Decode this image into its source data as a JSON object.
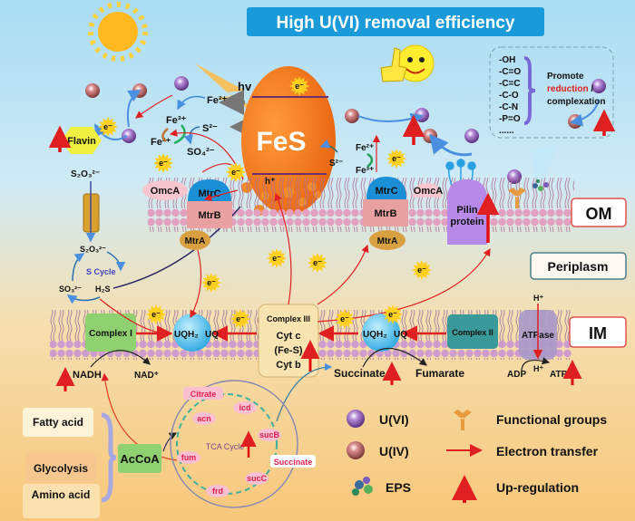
{
  "title": "High U(VI) removal efficiency",
  "light": "hv",
  "fes": {
    "label": "FeS",
    "hole": "h⁺"
  },
  "electron": "e⁻",
  "ions": {
    "fe2_top": "Fe²⁺",
    "fe3_left": "Fe³⁺",
    "s2_left": "S²⁻",
    "fe2_left": "Fe²⁺",
    "so4": "SO₄²⁻",
    "fe2_right": "Fe²⁺",
    "fe3_right": "Fe³⁺",
    "s2_right": "S²⁻",
    "s2o3_out": "S₂O₃²⁻",
    "s2o3_in": "S₂O₃²⁻",
    "so3": "SO₃²⁻",
    "h2s": "H₂S",
    "s_cycle": "S Cycle"
  },
  "flavin": "Flavin",
  "proteins": {
    "omca": "OmcA",
    "mtrc": "MtrC",
    "mtrb": "MtrB",
    "mtra": "MtrA",
    "pilin1": "Pilin",
    "pilin2": "protein"
  },
  "functional_box": {
    "groups": [
      "-OH",
      "-C=O",
      "-C=C",
      "-C-O",
      "-C-N",
      "-P=O",
      "......"
    ],
    "promote": "Promote",
    "reduction": "reduction",
    "slash": " /",
    "complexation": "complexation"
  },
  "regions": {
    "om": "OM",
    "periplasm": "Periplasm",
    "im": "IM"
  },
  "im_chain": {
    "complex1": "Complex I",
    "uqh2": "UQH₂",
    "uq": "UQ",
    "complex3": "Complex III",
    "cytc": "Cyt c",
    "fes": "(Fe-S)",
    "cytb": "Cyt b",
    "complex2": "Complex II",
    "atpase": "ATPase",
    "h_top": "H⁺",
    "h_bottom": "H⁺",
    "adp": "ADP",
    "atp": "ATP"
  },
  "metabolism": {
    "nadh": "NADH",
    "nad": "NAD⁺",
    "succinate": "Succinate",
    "fumarate": "Fumarate",
    "sources": [
      "Fatty acid",
      "Glycolysis",
      "Amino acid"
    ],
    "accoa": "AcCoA",
    "tca": {
      "label": "TCA Cycle",
      "citrate": "Citrate",
      "succinate": "Succinate",
      "enzymes": [
        "acn",
        "icd",
        "sucB",
        "sucC",
        "frd",
        "fum"
      ]
    }
  },
  "legend": {
    "u6": "U(VI)",
    "u4": "U(IV)",
    "eps": "EPS",
    "functional": "Functional  groups",
    "electron_transfer": "Electron transfer",
    "upregulation": "Up-regulation"
  },
  "colors": {
    "title_bg": "#1a9ad8",
    "fes": "#f07820",
    "electron_arrow": "#e02020",
    "upregulation": "#e01010",
    "mtrc": "#1b8fd6",
    "pilin": "#b78ae8"
  }
}
